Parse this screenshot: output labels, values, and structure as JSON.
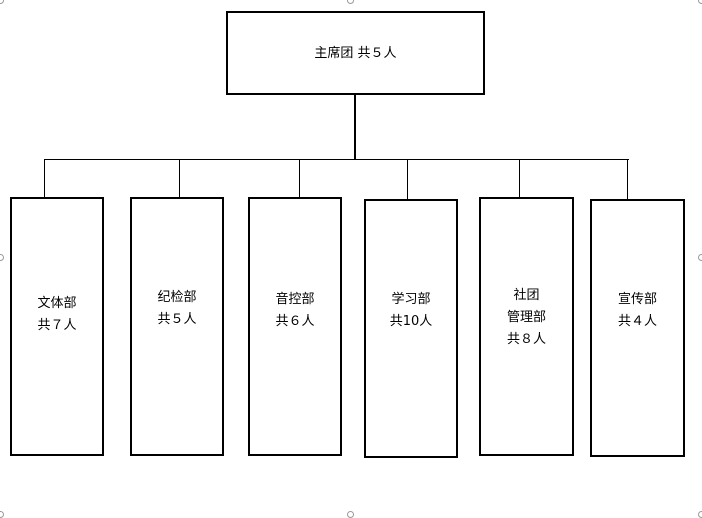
{
  "root": {
    "label": "主席团 共５人"
  },
  "departments": [
    {
      "line1": "文体部",
      "line2": "共７人"
    },
    {
      "line1": "纪检部",
      "line2": "共５人"
    },
    {
      "line1": "音控部",
      "line2": "共６人"
    },
    {
      "line1": "学习部",
      "line2": "共10人"
    },
    {
      "line1": "社团",
      "line2": "管理部",
      "line3": "共８人"
    },
    {
      "line1": "宣传部",
      "line2": "共４人"
    }
  ]
}
